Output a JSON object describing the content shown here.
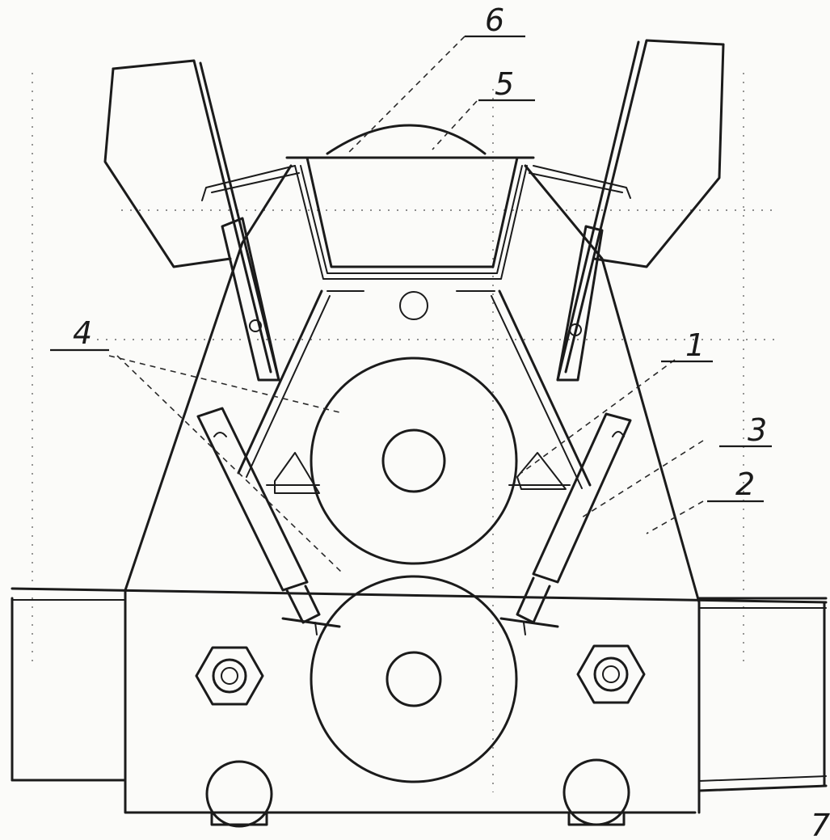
{
  "drawing": {
    "callouts": [
      {
        "id": "callout-1",
        "text": "1"
      },
      {
        "id": "callout-2",
        "text": "2"
      },
      {
        "id": "callout-3",
        "text": "3"
      },
      {
        "id": "callout-4",
        "text": "4"
      },
      {
        "id": "callout-5",
        "text": "5"
      },
      {
        "id": "callout-6",
        "text": "6"
      },
      {
        "id": "callout-7",
        "text": "7"
      }
    ]
  },
  "colors": {
    "ink": "#1b1b1b",
    "paper": "#fbfbf9"
  }
}
